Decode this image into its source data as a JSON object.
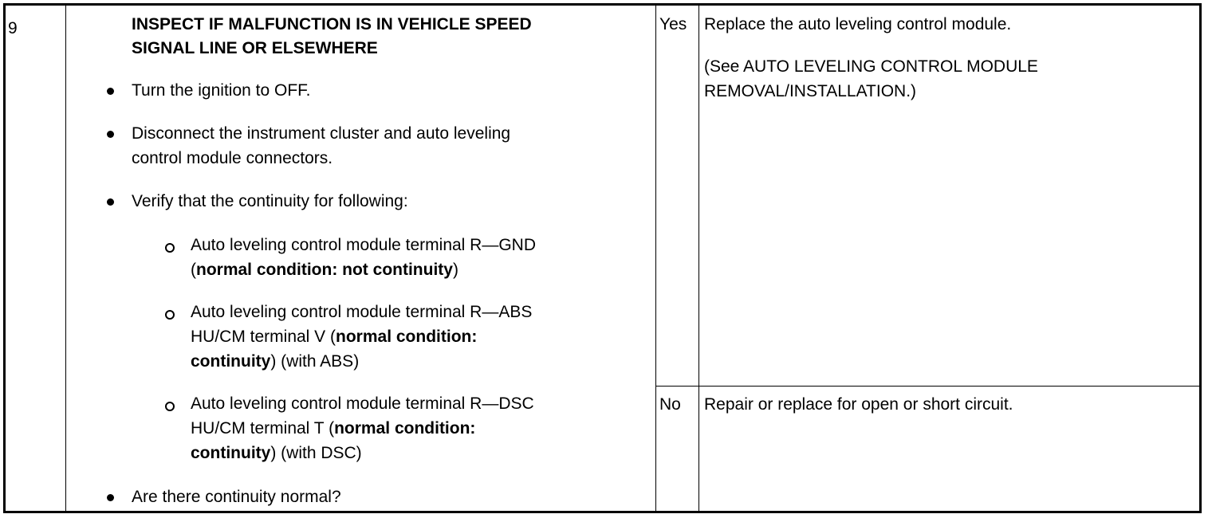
{
  "step": {
    "number": "9",
    "title_line1": "INSPECT IF MALFUNCTION IS IN VEHICLE SPEED",
    "title_line2": "SIGNAL LINE OR ELSEWHERE",
    "bullets": [
      {
        "lines": [
          "Turn the ignition to OFF."
        ]
      },
      {
        "lines": [
          "Disconnect the instrument cluster and auto leveling",
          "control module connectors."
        ]
      },
      {
        "lines": [
          "Verify that the continuity for following:"
        ]
      }
    ],
    "subs": [
      {
        "l1": "Auto leveling control module terminal R—GND",
        "l2_pre": "(",
        "l2_bold": "normal condition: not continuity",
        "l2_post": ")"
      },
      {
        "l1": "Auto leveling control module terminal R—ABS",
        "l2_pre": "HU/CM terminal V (",
        "l2_bold": "normal condition:",
        "l3_bold": "continuity",
        "l3_post": ") (with ABS)"
      },
      {
        "l1": "Auto leveling control module terminal R—DSC",
        "l2_pre": "HU/CM terminal T (",
        "l2_bold": "normal condition:",
        "l3_bold": "continuity",
        "l3_post": ") (with DSC)"
      }
    ],
    "question": "Are there continuity normal?"
  },
  "yes": {
    "label": "Yes",
    "action": "Replace the auto leveling control module.",
    "ref_line1": "(See AUTO LEVELING CONTROL MODULE",
    "ref_line2": "REMOVAL/INSTALLATION.)"
  },
  "no": {
    "label": "No",
    "action": "Repair or replace for open or short circuit."
  }
}
